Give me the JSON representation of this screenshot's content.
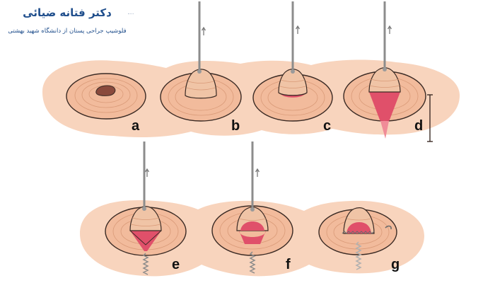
{
  "watermark": {
    "name": "دکتر فتانه ضیائی",
    "subtitle": "فلوشیپ جراحی پستان از دانشگاه شهید بهشتی"
  },
  "panels": [
    {
      "label": "a"
    },
    {
      "label": "b"
    },
    {
      "label": "c"
    },
    {
      "label": "d"
    },
    {
      "label": "e"
    },
    {
      "label": "f"
    },
    {
      "label": "g"
    }
  ],
  "colors": {
    "skin_background": "#f8d4bd",
    "areola": "#f2bb9c",
    "areola_rings": "#d99a78",
    "nipple_dark": "#8a4a3c",
    "nipple_tissue": "#f0c4a6",
    "duct_pink": "#e0506a",
    "suture": "#8a8a8a",
    "label_blue": "#1f4e8c"
  }
}
